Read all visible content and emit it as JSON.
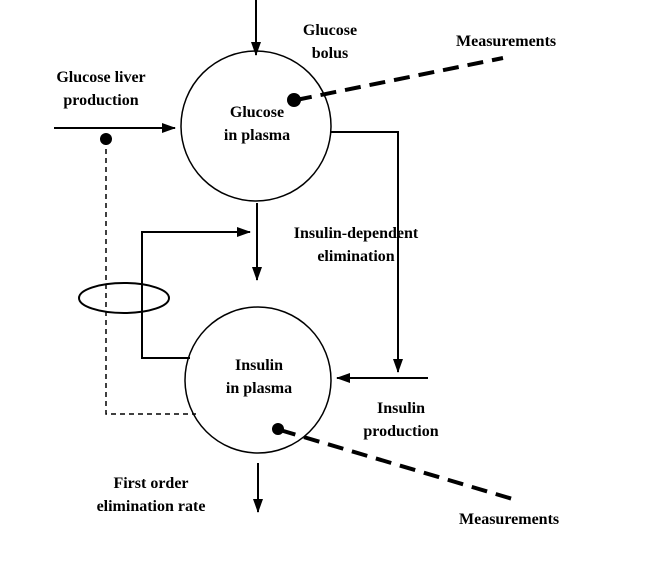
{
  "diagram": {
    "glucose_node": {
      "line1": "Glucose",
      "line2": "in plasma"
    },
    "insulin_node": {
      "line1": "Insulin",
      "line2": "in plasma"
    },
    "glucose_bolus": {
      "line1": "Glucose",
      "line2": "bolus"
    },
    "glucose_liver_production": {
      "line1": "Glucose liver",
      "line2": "production"
    },
    "insulin_dependent_elimination": {
      "line1": "Insulin-dependent",
      "line2": "elimination"
    },
    "insulin_production": {
      "line1": "Insulin",
      "line2": "production"
    },
    "first_order_elimination": {
      "line1": "First order",
      "line2": "elimination rate"
    },
    "measurements_top": "Measurements",
    "measurements_bottom": "Measurements"
  },
  "colors": {
    "stroke": "#000000",
    "background": "#ffffff"
  }
}
